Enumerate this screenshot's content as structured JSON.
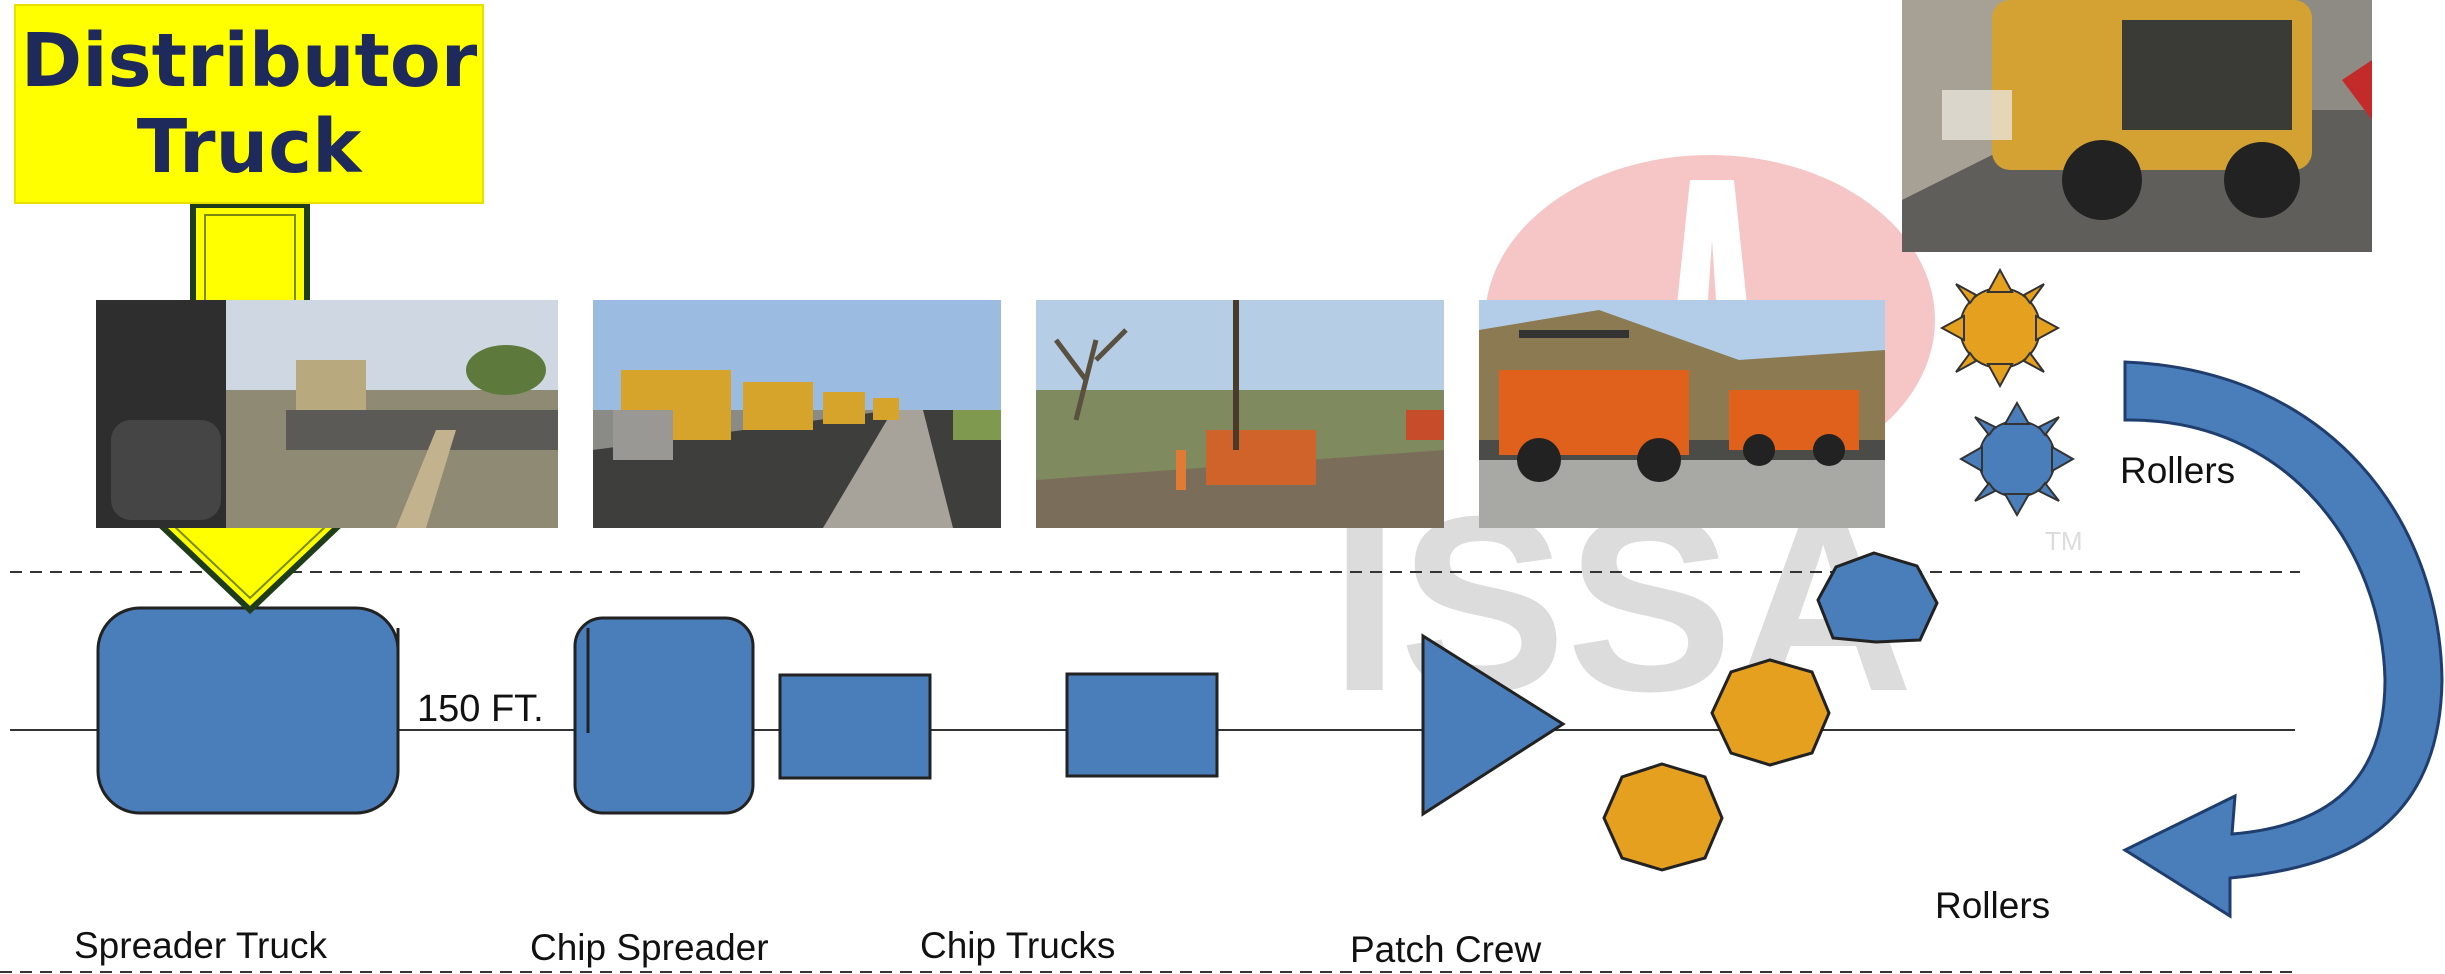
{
  "callout": {
    "title": "Distributor\nTruck",
    "color": "#ffff00",
    "text_color": "#1f2a5c"
  },
  "labels": {
    "distance": "150 FT.",
    "spreader_truck": "Spreader Truck",
    "chip_spreader": "Chip Spreader",
    "chip_trucks": "Chip Trucks",
    "patch_crew": "Patch Crew",
    "rollers_top": "Rollers",
    "rollers_bottom": "Rollers"
  },
  "watermark": {
    "text": "ISSA",
    "tm": "TM"
  },
  "photos": [
    {
      "name": "distributor-photo",
      "subject": "distributor truck spraying road"
    },
    {
      "name": "chip-trucks-photo",
      "subject": "line of dump trucks on road"
    },
    {
      "name": "patch-crew-photo",
      "subject": "worker and truck at road shoulder"
    },
    {
      "name": "rollers-photo",
      "subject": "orange pneumatic rollers"
    },
    {
      "name": "sweeper-photo",
      "subject": "yellow broom sweeper"
    }
  ],
  "colors": {
    "shape_blue": "#4a7ebb",
    "shape_orange": "#e6a020",
    "arrow_blue": "#4a7ebb",
    "highlight": "#ffff00"
  }
}
